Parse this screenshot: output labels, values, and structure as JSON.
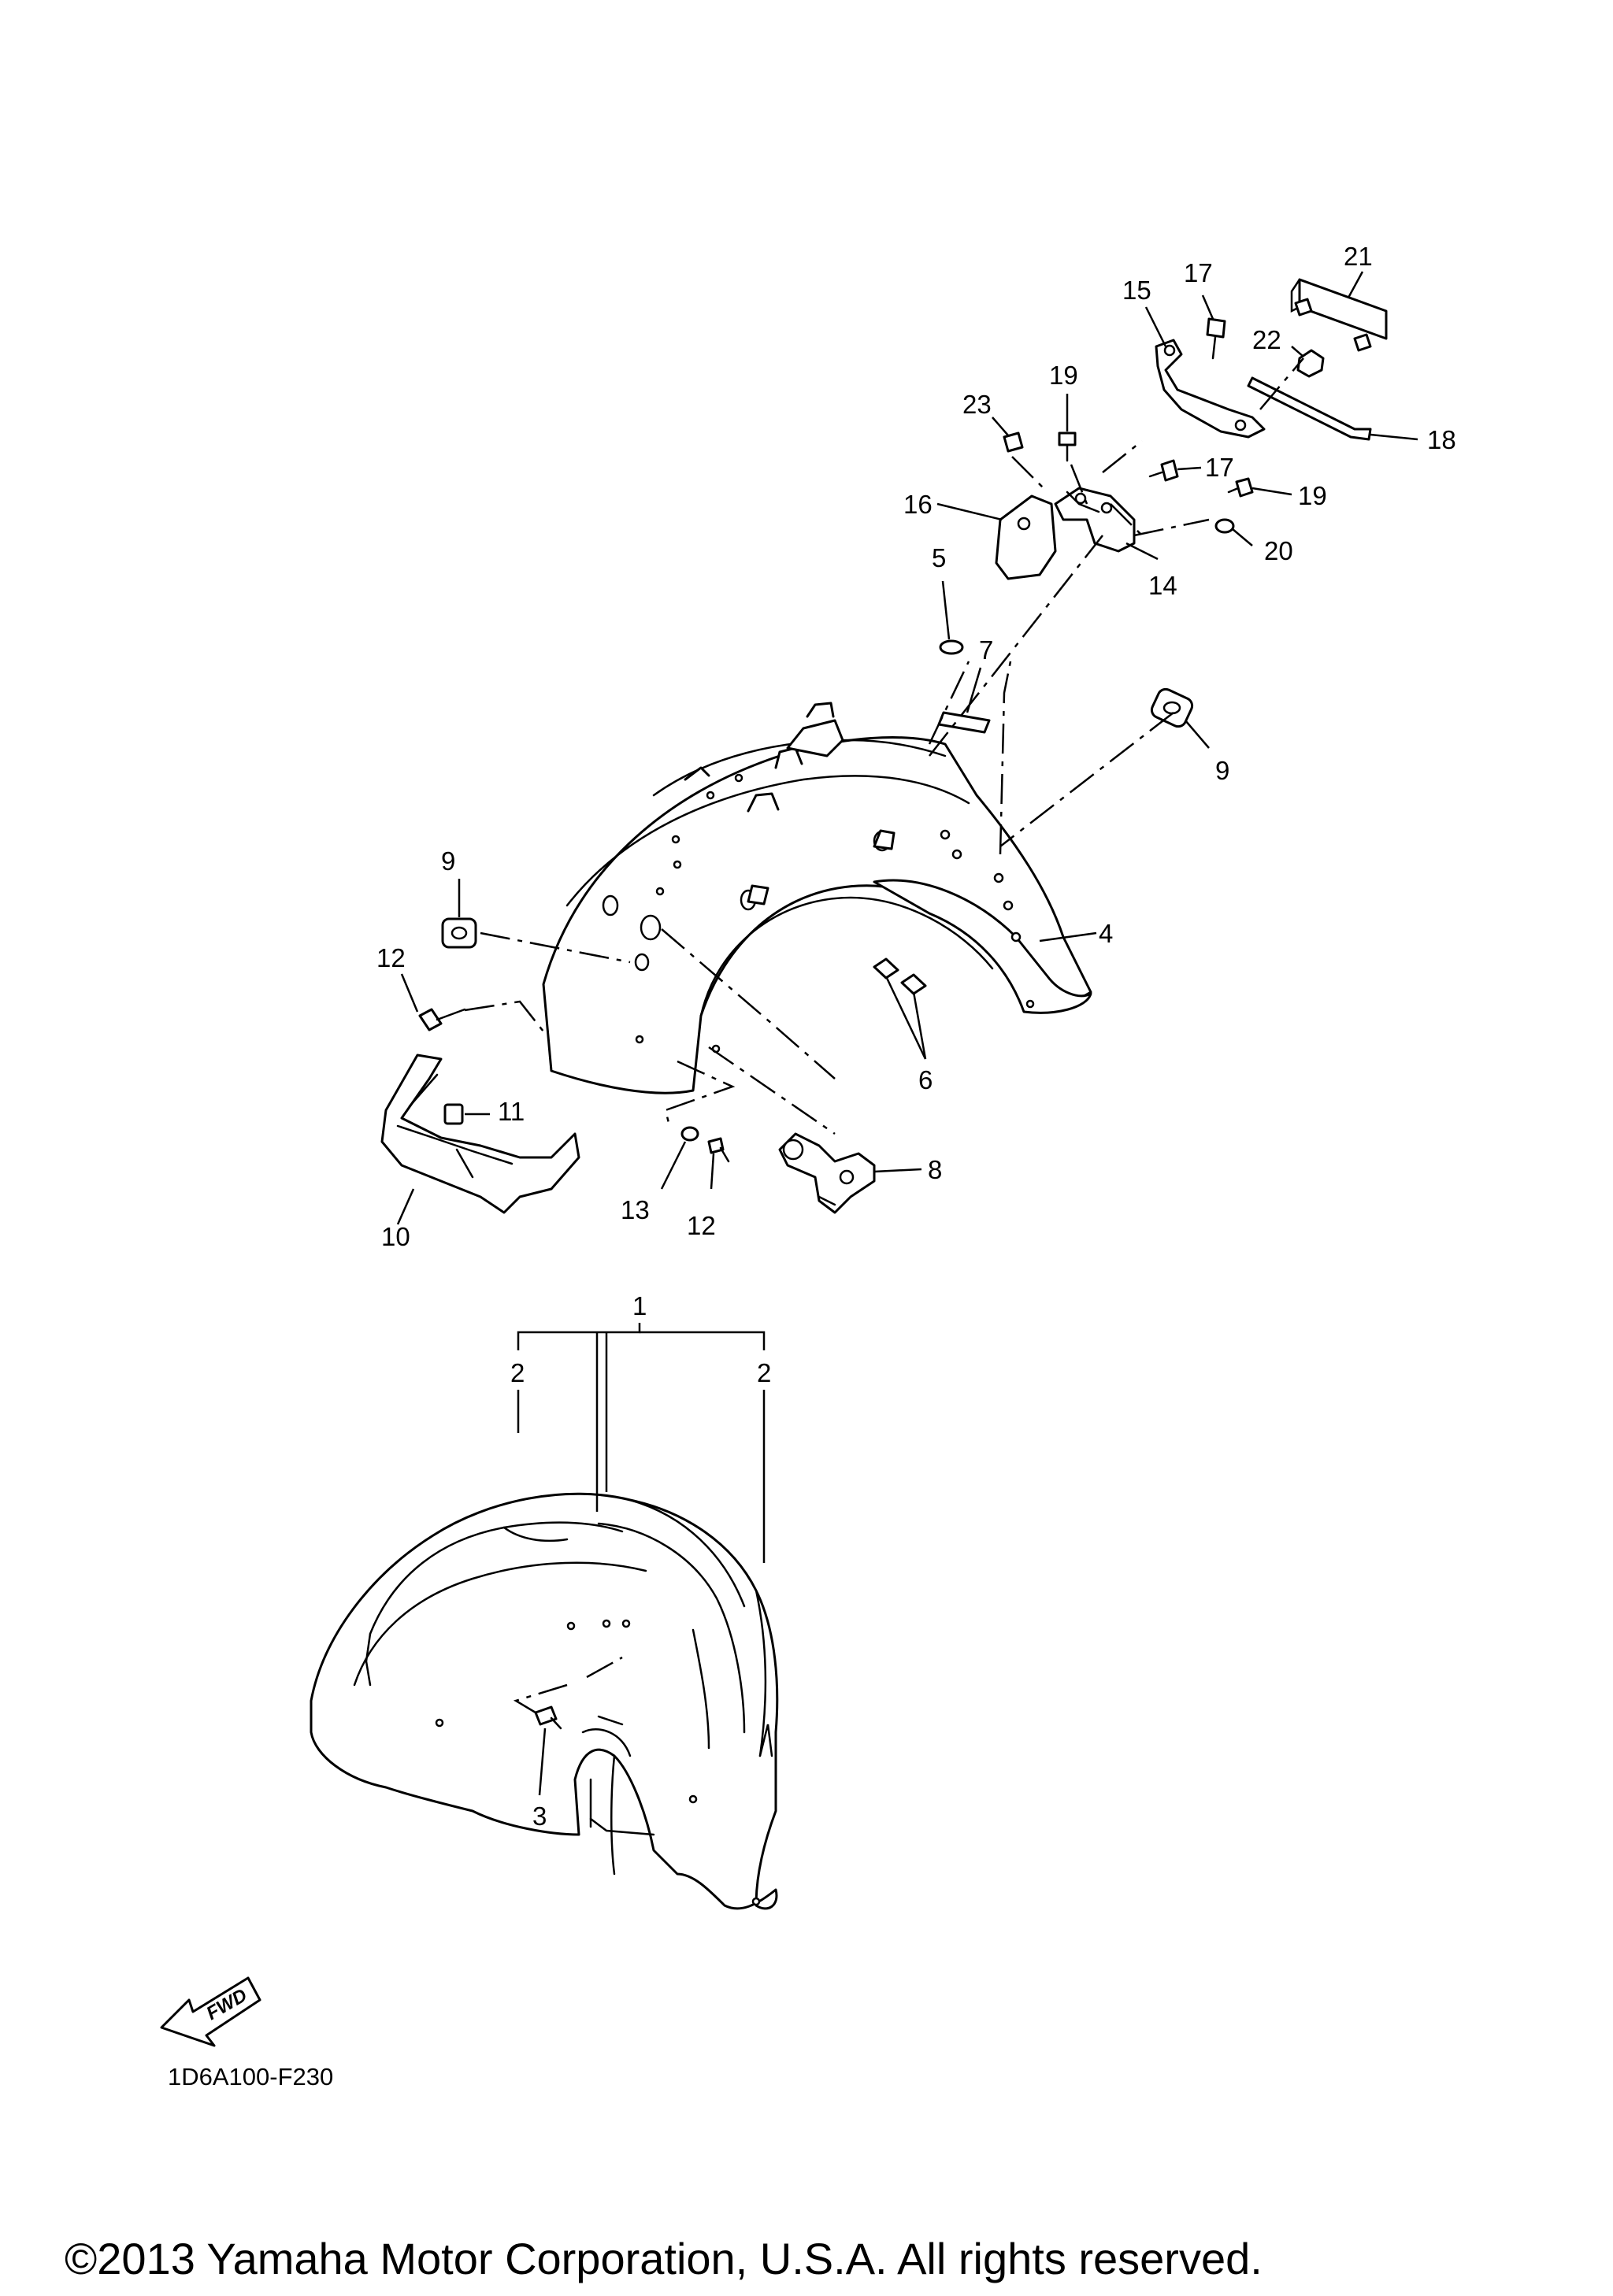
{
  "callouts": {
    "c1": "1",
    "c2a": "2",
    "c2b": "2",
    "c3": "3",
    "c4": "4",
    "c5": "5",
    "c6": "6",
    "c7": "7",
    "c8": "8",
    "c9a": "9",
    "c9b": "9",
    "c10": "10",
    "c11": "11",
    "c12a": "12",
    "c12b": "12",
    "c13": "13",
    "c14": "14",
    "c15": "15",
    "c16": "16",
    "c17a": "17",
    "c17b": "17",
    "c18": "18",
    "c19a": "19",
    "c19b": "19",
    "c20": "20",
    "c21": "21",
    "c22": "22",
    "c23": "23"
  },
  "fwd_label": "FWD",
  "diagram_code": "1D6A100-F230",
  "copyright": "©2013 Yamaha Motor Corporation, U.S.A. All rights reserved."
}
